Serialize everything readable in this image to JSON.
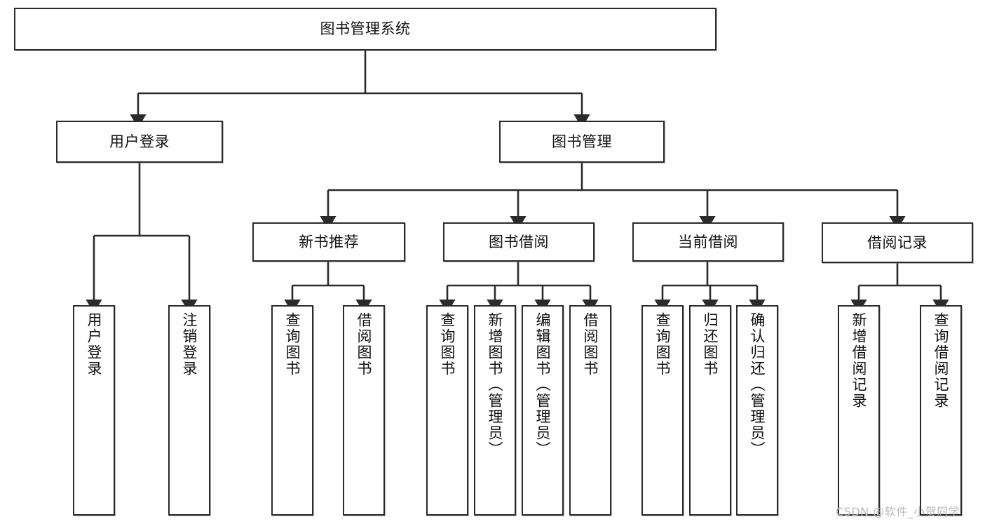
{
  "diagram": {
    "title": "图书管理系统",
    "type": "tree",
    "watermark": "CSDN @软件_小贺同学",
    "colors": {
      "stroke": "#2b2b2b",
      "fill": "#ffffff",
      "text": "#111111",
      "watermark": "#b9b9b9"
    },
    "nodes": {
      "root": {
        "label": "图书管理系统"
      },
      "level1": [
        {
          "id": "user-login",
          "label": "用户登录"
        },
        {
          "id": "book-manage",
          "label": "图书管理"
        }
      ],
      "level2": [
        {
          "id": "new-book-recommend",
          "label": "新书推荐"
        },
        {
          "id": "book-borrow",
          "label": "图书借阅"
        },
        {
          "id": "current-borrow",
          "label": "当前借阅"
        },
        {
          "id": "borrow-record",
          "label": "借阅记录"
        }
      ],
      "leaves": {
        "user_login": [
          {
            "id": "leaf-user-login",
            "label": "用户登录"
          },
          {
            "id": "leaf-logout",
            "label": "注销登录"
          }
        ],
        "new_book_recommend": [
          {
            "id": "leaf-query-book-1",
            "label": "查询图书"
          },
          {
            "id": "leaf-borrow-book-1",
            "label": "借阅图书"
          }
        ],
        "book_borrow": [
          {
            "id": "leaf-query-book-2",
            "label": "查询图书"
          },
          {
            "id": "leaf-add-book",
            "label": "新增图书（管理员）"
          },
          {
            "id": "leaf-edit-book",
            "label": "编辑图书（管理员）"
          },
          {
            "id": "leaf-borrow-book-2",
            "label": "借阅图书"
          }
        ],
        "current_borrow": [
          {
            "id": "leaf-query-book-3",
            "label": "查询图书"
          },
          {
            "id": "leaf-return-book",
            "label": "归还图书"
          },
          {
            "id": "leaf-confirm-return",
            "label": "确认归还（管理员）"
          }
        ],
        "borrow_record": [
          {
            "id": "leaf-add-record",
            "label": "新增借阅记录"
          },
          {
            "id": "leaf-query-record",
            "label": "查询借阅记录"
          }
        ]
      }
    }
  }
}
